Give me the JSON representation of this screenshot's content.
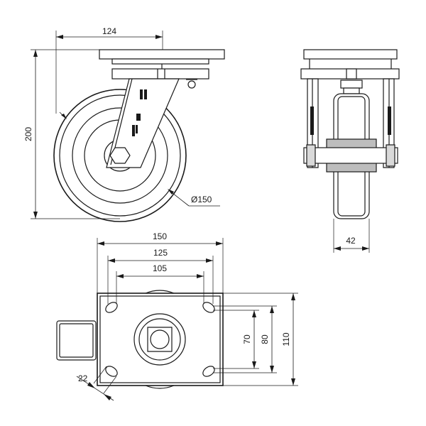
{
  "dimensions": {
    "top_width": "124",
    "overall_height": "200",
    "wheel_diameter": "Ø150",
    "wheel_width": "42",
    "plate_width": "150",
    "hole_spacing_outer": "125",
    "hole_spacing_inner": "105",
    "hole_spacing_v_inner": "70",
    "hole_spacing_v_outer": "80",
    "plate_height": "110",
    "hole_slot": "22"
  }
}
